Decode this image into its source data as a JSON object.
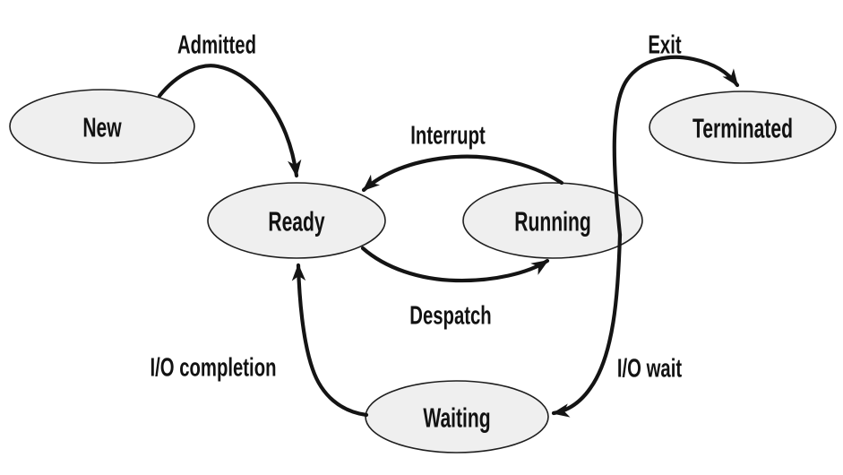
{
  "diagram_type": "state-diagram",
  "colors": {
    "background": "#ffffff",
    "node_fill": "#efefef",
    "node_border": "#1f1f1f",
    "arrow": "#141414",
    "text": "#121212"
  },
  "nodes": [
    {
      "id": "new",
      "label": "New"
    },
    {
      "id": "ready",
      "label": "Ready"
    },
    {
      "id": "running",
      "label": "Running"
    },
    {
      "id": "terminated",
      "label": "Terminated"
    },
    {
      "id": "waiting",
      "label": "Waiting"
    }
  ],
  "transitions": [
    {
      "id": "admitted",
      "label": "Admitted",
      "from": "New",
      "to": "Ready"
    },
    {
      "id": "interrupt",
      "label": "Interrupt",
      "from": "Running",
      "to": "Ready"
    },
    {
      "id": "despatch",
      "label": "Despatch",
      "from": "Ready",
      "to": "Running"
    },
    {
      "id": "exit",
      "label": "Exit",
      "from": "Running",
      "to": "Terminated"
    },
    {
      "id": "io_wait",
      "label": "I/O wait",
      "from": "Running",
      "to": "Waiting"
    },
    {
      "id": "io_completion",
      "label": "I/O completion",
      "from": "Waiting",
      "to": "Ready"
    }
  ]
}
